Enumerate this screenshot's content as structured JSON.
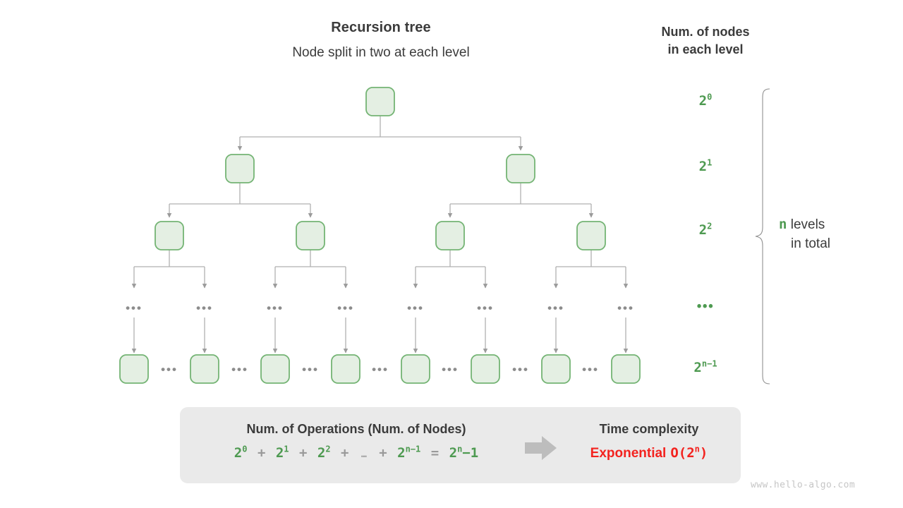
{
  "header": {
    "title": "Recursion tree",
    "subtitle": "Node split in two at each level",
    "right_heading_line1": "Num. of nodes",
    "right_heading_line2": "in each level"
  },
  "levels": [
    {
      "base": "2",
      "exp": "0",
      "kind": "power"
    },
    {
      "base": "2",
      "exp": "1",
      "kind": "power"
    },
    {
      "base": "2",
      "exp": "2",
      "kind": "power"
    },
    {
      "base": "",
      "exp": "",
      "kind": "dots",
      "text": "•••"
    },
    {
      "base": "2",
      "exp": "n−1",
      "kind": "power"
    }
  ],
  "brace_note": {
    "variable": "n",
    "line1": "levels",
    "line2": "in total"
  },
  "tree": {
    "node_count_by_level": [
      1,
      2,
      4,
      4,
      8
    ],
    "ellipsis_label": "•••"
  },
  "panel": {
    "left_heading": "Num. of Operations (Num. of Nodes)",
    "formula": {
      "terms": [
        {
          "base": "2",
          "exp": "0"
        },
        {
          "base": "2",
          "exp": "1"
        },
        {
          "base": "2",
          "exp": "2"
        }
      ],
      "plus": "+",
      "ellipsis": "…",
      "last_term": {
        "base": "2",
        "exp": "n−1"
      },
      "equals": "=",
      "result_base": "2",
      "result_exp": "n",
      "result_tail": "−1"
    },
    "right_heading": "Time complexity",
    "complexity_word": "Exponential",
    "complexity_bigo_prefix": "O(2",
    "complexity_bigo_exp": "n",
    "complexity_bigo_suffix": ")"
  },
  "watermark": "www.hello-algo.com",
  "colors": {
    "green": "#4e9a51",
    "node_fill": "#e4efe3",
    "node_stroke": "#74b474",
    "line": "#b0b0b0",
    "red": "#f3231f",
    "panel_bg": "#eaeaea",
    "text": "#3b3b3b"
  }
}
